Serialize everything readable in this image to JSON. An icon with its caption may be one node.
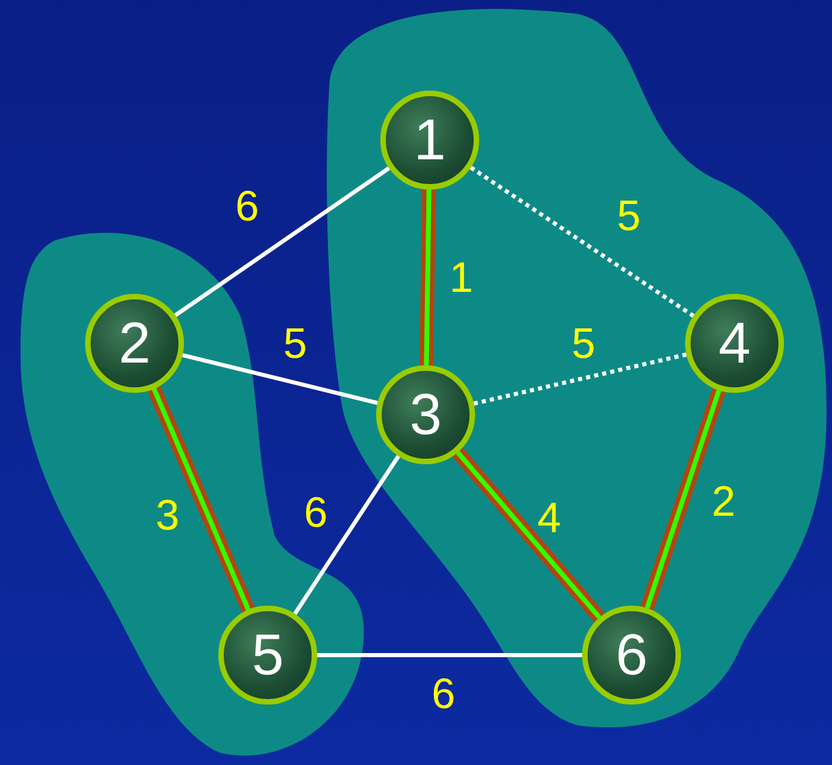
{
  "diagram": {
    "nodes": [
      {
        "text": [],
        "shape": "cloud"
      },
      {
        "text": [
          "2"
        ],
        "in": 0
      },
      {
        "text": [
          "5"
        ],
        "in": 0
      },
      {
        "text": [],
        "shape": "cloud"
      },
      {
        "text": [
          "1"
        ],
        "in": 3
      },
      {
        "text": [
          "3"
        ],
        "in": 3
      },
      {
        "text": [
          "4"
        ],
        "in": 3
      },
      {
        "text": [
          "6"
        ],
        "in": 3
      }
    ],
    "edges": [
      {
        "from": 4,
        "to": 1,
        "arrow": "none",
        "label": "6"
      },
      {
        "from": 4,
        "to": 5,
        "arrow": "none",
        "label": "1",
        "style": "thick",
        "color": "#b5440c"
      },
      {
        "from": 4,
        "to": 6,
        "arrow": "none",
        "label": "5",
        "style": "dashed"
      },
      {
        "from": 1,
        "to": 5,
        "arrow": "none",
        "label": "5"
      },
      {
        "from": 5,
        "to": 6,
        "arrow": "none",
        "label": "5",
        "style": "dashed"
      },
      {
        "from": 1,
        "to": 2,
        "arrow": "none",
        "label": "3",
        "style": "thick",
        "color": "#b5440c"
      },
      {
        "from": 5,
        "to": 2,
        "arrow": "none",
        "label": "6"
      },
      {
        "from": 5,
        "to": 7,
        "arrow": "none",
        "label": "4",
        "style": "thick",
        "color": "#b5440c"
      },
      {
        "from": 6,
        "to": 7,
        "arrow": "none",
        "label": "2",
        "style": "thick",
        "color": "#b5440c"
      },
      {
        "from": 2,
        "to": 7,
        "arrow": "none",
        "label": "6"
      }
    ]
  }
}
